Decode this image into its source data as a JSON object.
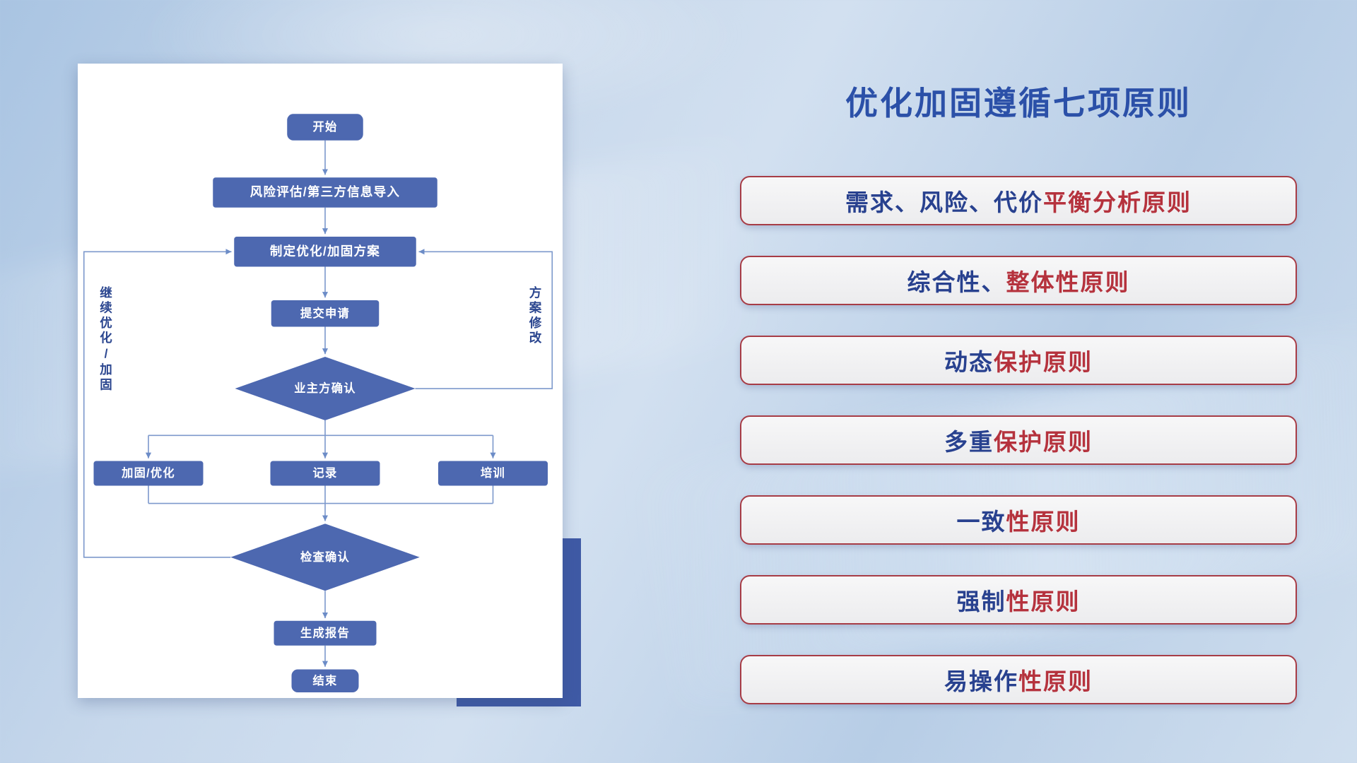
{
  "flowchart": {
    "nodes": {
      "start": "开始",
      "risk_import": "风险评估/第三方信息导入",
      "make_plan": "制定优化/加固方案",
      "submit": "提交申请",
      "owner_confirm": "业主方确认",
      "reinforce": "加固/优化",
      "record": "记录",
      "training": "培训",
      "check_confirm": "检查确认",
      "report": "生成报告",
      "end": "结束"
    },
    "edge_labels": {
      "continue_optimize": "继续优化/加固",
      "plan_modify": "方案修改"
    }
  },
  "panel": {
    "title": "优化加固遵循七项原则",
    "principles": [
      {
        "navy": "需求、风险、代价",
        "red": "平衡分析原则"
      },
      {
        "navy": "综合性、",
        "red": "整体性原则"
      },
      {
        "navy": "动态",
        "red": "保护原则"
      },
      {
        "navy": "多重",
        "red": "保护原则"
      },
      {
        "navy": "一致",
        "red": "性原则"
      },
      {
        "navy": "强制",
        "red": "性原则"
      },
      {
        "navy": "易操作",
        "red": "性原则"
      }
    ]
  },
  "colors": {
    "title_blue": "#2b50a8",
    "pill_border_red": "#a73c46",
    "pill_text_red": "#b5323d",
    "pill_text_navy": "#28418f",
    "node_blue": "#4d68b0",
    "connector_blue": "#7d99cc",
    "accent_block_navy": "#3f5aa5"
  }
}
